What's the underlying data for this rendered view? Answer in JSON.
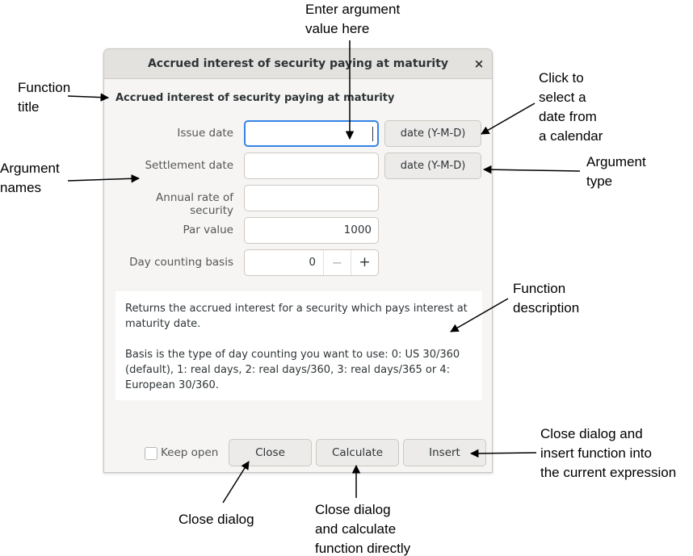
{
  "dialog": {
    "title": "Accrued interest of security paying at maturity",
    "close_symbol": "×",
    "function_title": "Accrued interest of security paying at maturity",
    "arguments": [
      {
        "label": "Issue date",
        "value": "",
        "type_button": "date (Y-M-D)"
      },
      {
        "label": "Settlement date",
        "value": "",
        "type_button": "date (Y-M-D)"
      },
      {
        "label": "Annual rate of security",
        "value": ""
      },
      {
        "label": "Par value",
        "value": "1000"
      },
      {
        "label": "Day counting basis",
        "value": "0",
        "minus": "−",
        "plus": "+"
      }
    ],
    "description": [
      "Returns the accrued interest for a security which pays interest at maturity date.",
      "Basis is the type of day counting you want to use: 0: US 30/360 (default), 1: real days, 2: real days/360, 3: real days/365 or 4: European 30/360."
    ],
    "keep_open": {
      "label": "Keep open",
      "checked": false
    },
    "buttons": {
      "close": "Close",
      "calculate": "Calculate",
      "insert": "Insert"
    }
  },
  "annotations": {
    "function_title": "Function\ntitle",
    "argument_names": "Argument\nnames",
    "enter_value": "Enter argument\nvalue here",
    "calendar": "Click to\nselect a\ndate from\na calendar",
    "argument_type": "Argument\ntype",
    "function_description": "Function\ndescription",
    "close_and_insert": "Close dialog and\ninsert function into\nthe current expression",
    "close_dialog": "Close dialog",
    "close_and_calculate": "Close dialog\nand calculate\nfunction directly"
  }
}
